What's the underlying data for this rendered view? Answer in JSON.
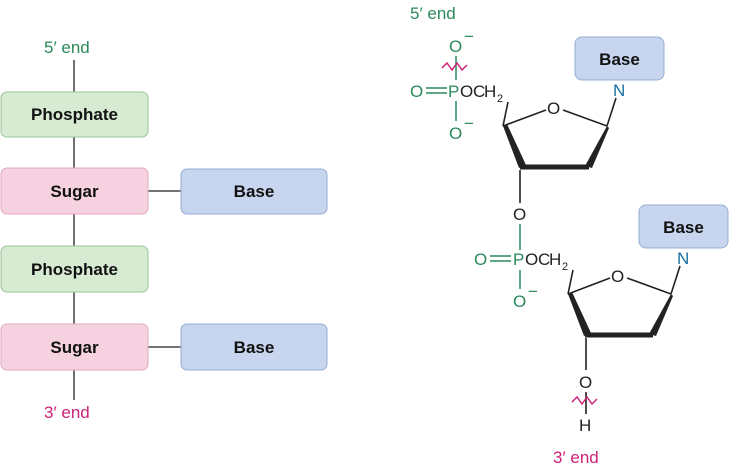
{
  "colors": {
    "phosphate_fill": "#d7ebd2",
    "phosphate_stroke": "#9cc39a",
    "sugar_fill": "#f6d2e0",
    "sugar_stroke": "#e2a8bf",
    "base_fill": "#c7d5ee",
    "base_stroke": "#96acd3",
    "five_prime": "#2a8a5a",
    "three_prime": "#cc2277",
    "nitrogen": "#1a6fa0",
    "bond": "#222222",
    "wavy": "#cc2277"
  },
  "left_schematic": {
    "five_prime_label": "5′ end",
    "three_prime_label": "3′ end",
    "units": [
      {
        "phosphate": "Phosphate",
        "sugar": "Sugar",
        "base": "Base"
      },
      {
        "phosphate": "Phosphate",
        "sugar": "Sugar",
        "base": "Base"
      }
    ]
  },
  "right_structure": {
    "five_prime_label": "5′ end",
    "three_prime_label": "3′ end",
    "nucleotide_1": {
      "top_oxygen": "O",
      "oxo": "O",
      "phosphorus": "P",
      "bottom_oxygen": "O",
      "charge": "−",
      "o_label": "O",
      "c_label": "C",
      "h_label": "H",
      "subscript_2": "2",
      "ring_oxygen": "O",
      "nitrogen": "N",
      "base_label": "Base"
    },
    "bridge_oxygen": "O",
    "nucleotide_2": {
      "oxo": "O",
      "phosphorus": "P",
      "bottom_oxygen": "O",
      "charge": "−",
      "o_label": "O",
      "c_label": "C",
      "h_label": "H",
      "subscript_2": "2",
      "ring_oxygen": "O",
      "nitrogen": "N",
      "base_label": "Base",
      "hydroxyl_o": "O",
      "hydroxyl_h": "H"
    }
  }
}
